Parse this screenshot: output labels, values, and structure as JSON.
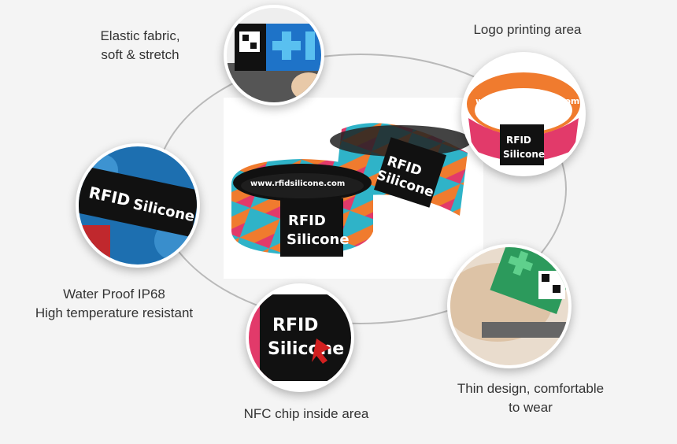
{
  "features": {
    "elastic": {
      "line1": "Elastic fabric,",
      "line2": "soft & stretch"
    },
    "logo": {
      "line1": "Logo printing area"
    },
    "waterproof": {
      "line1": "Water Proof IP68",
      "line2": "High temperature resistant"
    },
    "nfc": {
      "line1": "NFC chip inside area"
    },
    "thin": {
      "line1": "Thin design, comfortable",
      "line2": "to wear"
    }
  },
  "product": {
    "brand_line1": "RFID",
    "brand_line2": "Silicone",
    "website": "www.rfidsilicone.com"
  },
  "colors": {
    "orange": "#f07b2e",
    "teal": "#2fb3c8",
    "pink": "#e23a6a",
    "black": "#111111"
  }
}
